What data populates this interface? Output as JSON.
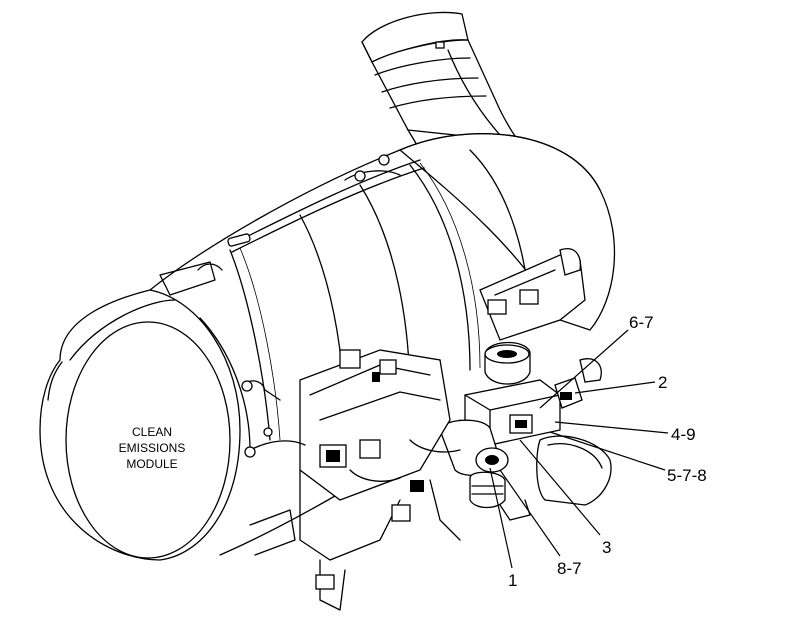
{
  "module_label": {
    "line1": "CLEAN",
    "line2": "EMISSIONS",
    "line3": "MODULE"
  },
  "callouts": [
    {
      "id": "c67",
      "label": "6-7"
    },
    {
      "id": "c2",
      "label": "2"
    },
    {
      "id": "c49",
      "label": "4-9"
    },
    {
      "id": "c578",
      "label": "5-7-8"
    },
    {
      "id": "c3",
      "label": "3"
    },
    {
      "id": "c87",
      "label": "8-7"
    },
    {
      "id": "c1",
      "label": "1"
    }
  ]
}
